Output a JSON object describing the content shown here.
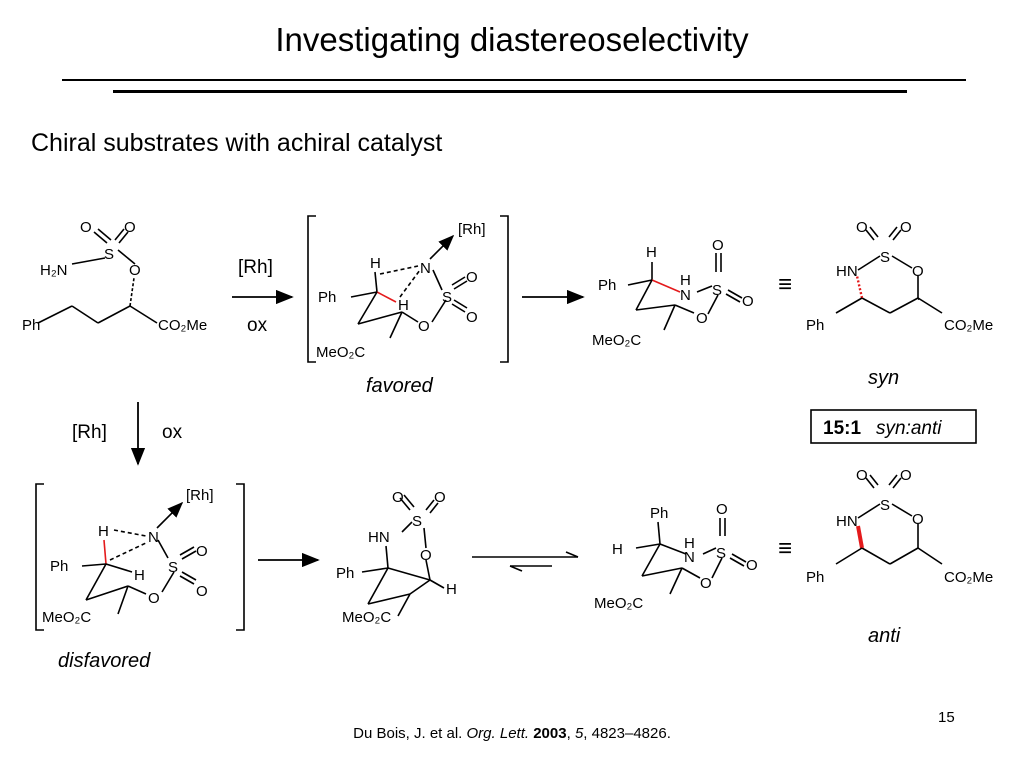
{
  "slide": {
    "title": "Investigating diastereoselectivity",
    "subtitle": "Chiral substrates with achiral catalyst",
    "page_number": "15",
    "citation": {
      "authors": "Du Bois, J. et al.",
      "journal": "Org. Lett.",
      "year": "2003",
      "volume": "5",
      "pages": "4823–4826."
    }
  },
  "scheme": {
    "reagent_catalyst": "[Rh]",
    "reagent_oxidant": "ox",
    "equivalence_symbol": "≡",
    "labels": {
      "favored": "favored",
      "disfavored": "disfavored",
      "syn": "syn",
      "anti": "anti"
    },
    "selectivity": {
      "ratio": "15:1",
      "text": "syn:anti"
    },
    "atoms": {
      "Ph": "Ph",
      "H": "H",
      "N": "N",
      "HN": "HN",
      "H2N": "H₂N",
      "S": "S",
      "O": "O",
      "Rh": "[Rh]",
      "MeO2C": "MeO₂C",
      "CO2Me": "CO₂Me"
    },
    "colors": {
      "reacting_bond": "#e41a1c",
      "ink": "#000000"
    }
  }
}
